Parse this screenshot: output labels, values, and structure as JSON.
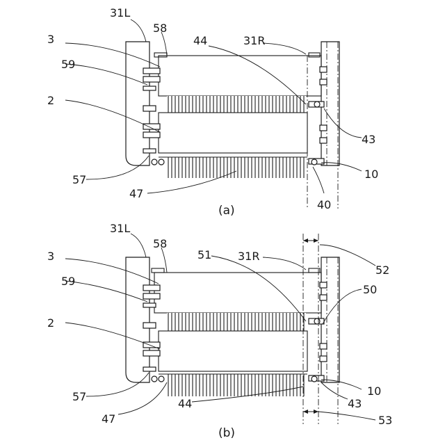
{
  "figure": {
    "panel_a": {
      "caption": "(a)",
      "labels": {
        "l31L": "31L",
        "l58": "58",
        "l3": "3",
        "l44": "44",
        "l31R": "31R",
        "l59": "59",
        "l2": "2",
        "l43": "43",
        "l57": "57",
        "l10": "10",
        "l47": "47",
        "l40": "40"
      }
    },
    "panel_b": {
      "caption": "(b)",
      "labels": {
        "l31L": "31L",
        "l58": "58",
        "l51": "51",
        "l31R": "31R",
        "l52": "52",
        "l3": "3",
        "l59": "59",
        "l50": "50",
        "l2": "2",
        "l57": "57",
        "l10": "10",
        "l43": "43",
        "l47": "47",
        "l44": "44",
        "l53": "53"
      }
    }
  }
}
